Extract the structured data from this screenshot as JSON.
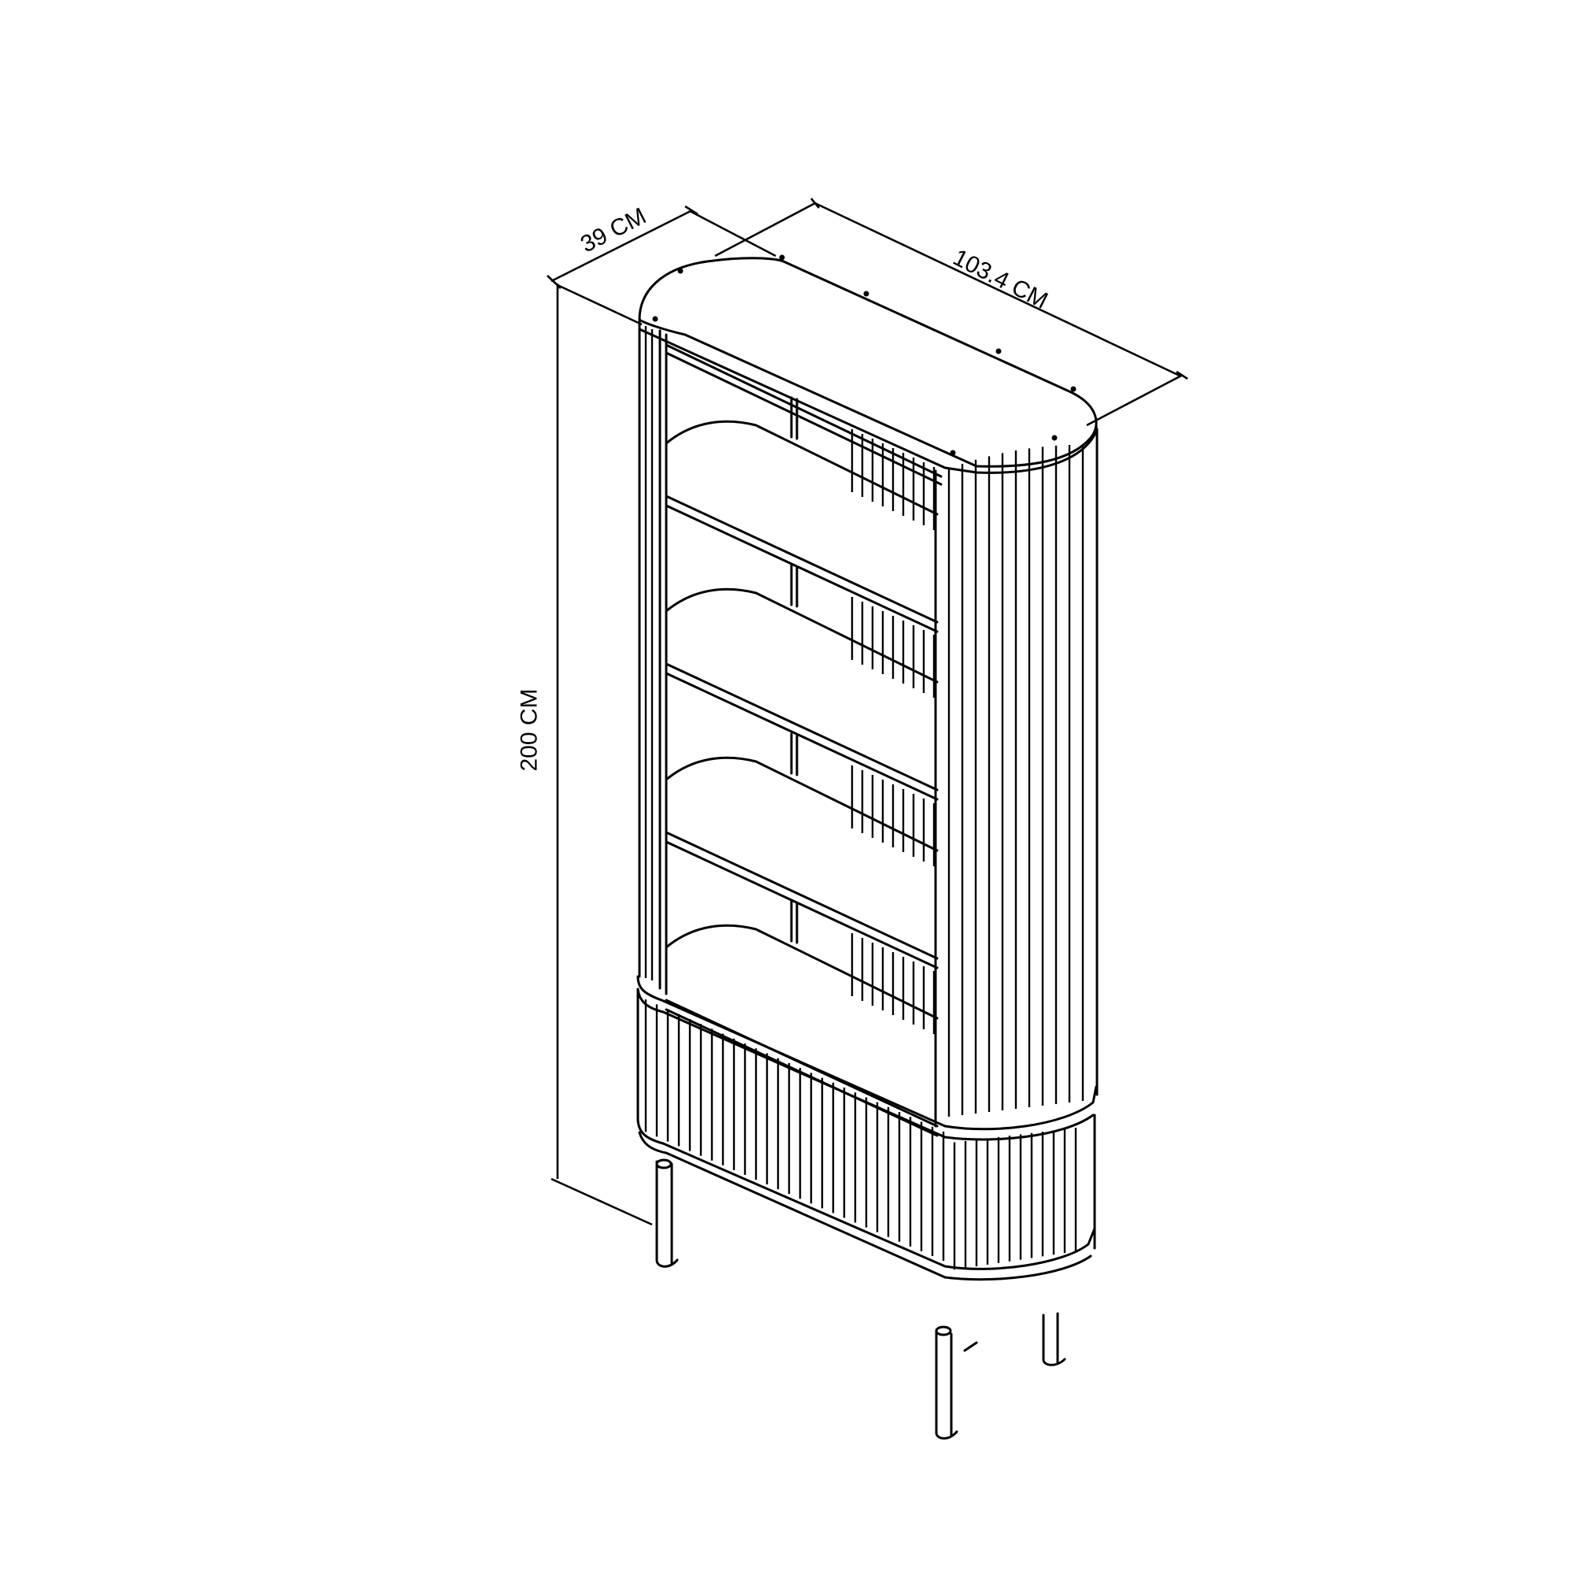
{
  "drawing": {
    "subject": "Oval fluted open bookcase on legs",
    "shelf_count": 4,
    "stroke_color": "#000000",
    "background_color": "#ffffff"
  },
  "dimensions": {
    "depth": {
      "label": "39 CM",
      "value": 39,
      "unit": "CM"
    },
    "width": {
      "label": "103.4 CM",
      "value": 103.4,
      "unit": "CM"
    },
    "height": {
      "label": "200 CM",
      "value": 200,
      "unit": "CM"
    }
  }
}
